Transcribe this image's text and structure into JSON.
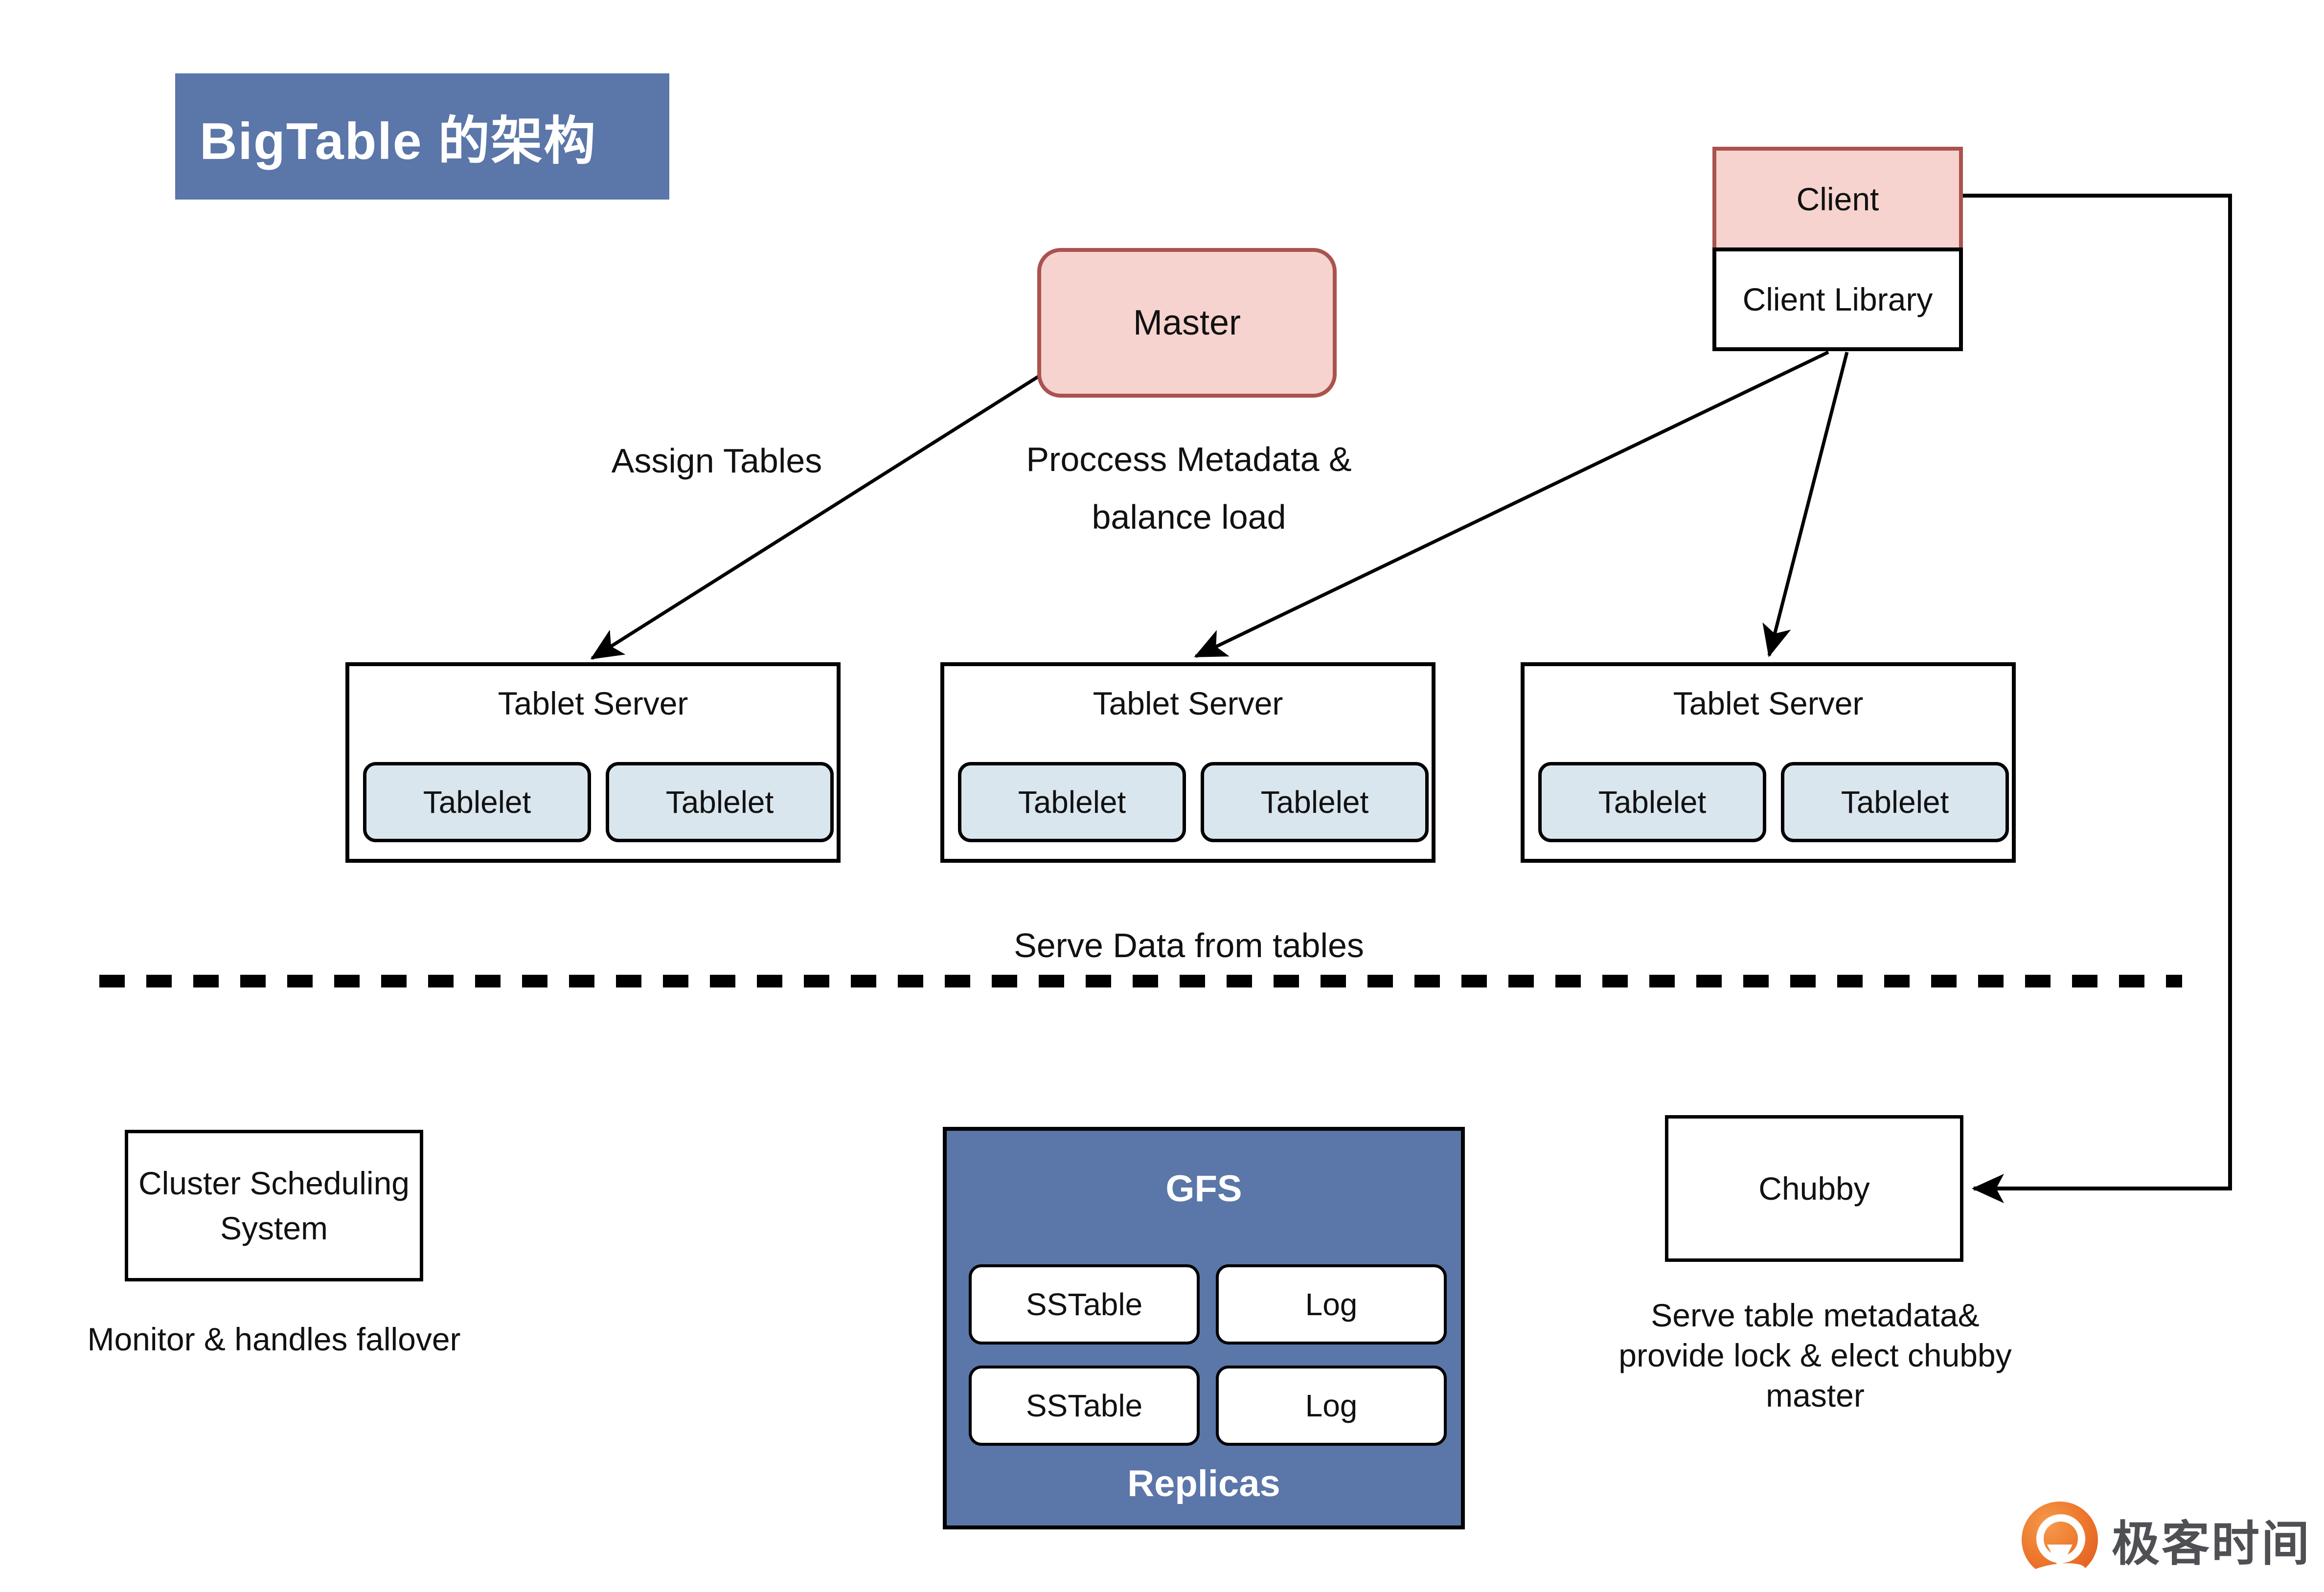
{
  "title": "BigTable 的架构",
  "colors": {
    "accent_blue": "#5b76a8",
    "pink_fill": "#f6d3cf",
    "pink_border": "#aa534e",
    "tablelet_fill": "#d9e6ee",
    "line_black": "#000000",
    "logo_orange": "#ee7a2e",
    "logo_text_gray": "#4f5054"
  },
  "master": {
    "label": "Master",
    "caption_line1": "Proccess Metadata &",
    "caption_line2": "balance load"
  },
  "client": {
    "label": "Client",
    "library_label": "Client Library"
  },
  "labels": {
    "assign": "Assign Tables",
    "serve": "Serve Data from tables"
  },
  "tablet_servers": [
    {
      "title": "Tablet Server",
      "tablelets": [
        "Tablelet",
        "Tablelet"
      ]
    },
    {
      "title": "Tablet Server",
      "tablelets": [
        "Tablelet",
        "Tablelet"
      ]
    },
    {
      "title": "Tablet Server",
      "tablelets": [
        "Tablelet",
        "Tablelet"
      ]
    }
  ],
  "cluster": {
    "line1": "Cluster Scheduling",
    "line2": "System",
    "caption": "Monitor & handles fallover"
  },
  "gfs": {
    "title": "GFS",
    "rows": [
      [
        "SSTable",
        "Log"
      ],
      [
        "SSTable",
        "Log"
      ]
    ],
    "replicas_label": "Replicas"
  },
  "chubby": {
    "label": "Chubby",
    "caption_line1": "Serve table metadata&",
    "caption_line2": "provide lock & elect chubby",
    "caption_line3": "master"
  },
  "logo": {
    "text": "极客时间"
  }
}
